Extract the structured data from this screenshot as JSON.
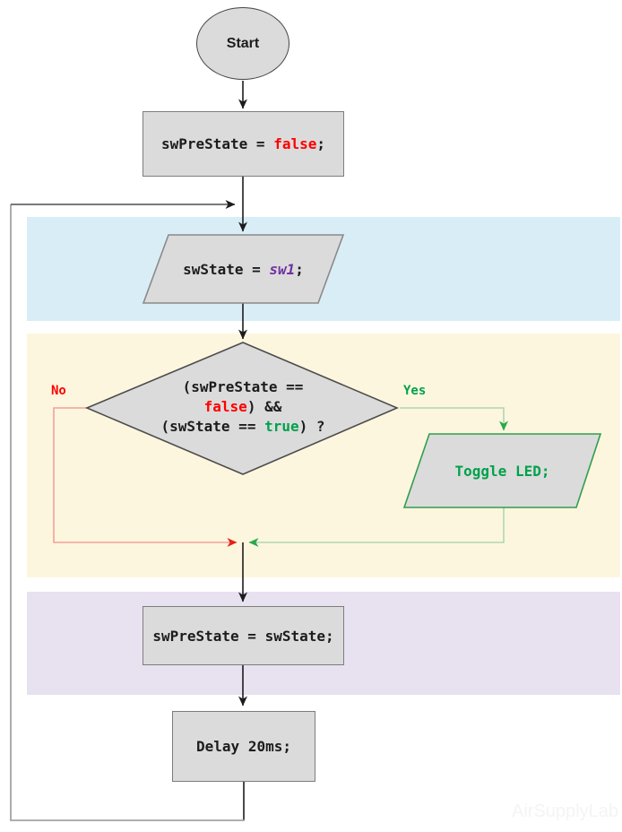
{
  "colors": {
    "background": "#ffffff",
    "shape_fill": "#dbdbdb",
    "shape_border_gray": "#7d7d7d",
    "terminator_border": "#434343",
    "decision_border": "#4c4c4c",
    "toggle_border_green": "#2f9e4e",
    "band_input_blue": "#d9edf6",
    "band_decision_yellow": "#fdf6de",
    "band_update_purple": "#e7e1f0",
    "keyword_red": "#fe0000",
    "keyword_green": "#00a14b",
    "keyword_purple": "#7030a0",
    "connector_black": "#1c1c1c",
    "connector_red_line": "#f2a09a",
    "connector_red_arrow": "#e42217",
    "connector_green_line": "#aed7ae",
    "connector_green_arrow": "#29a94c",
    "loop_line_gray": "#a3a3a3"
  },
  "flowchart": {
    "start_label": "Start",
    "init_stmt": {
      "lhs": "swPreState = ",
      "value": "false",
      "end": ";"
    },
    "read_stmt": {
      "lhs": "swState = ",
      "value": "sw1",
      "end": ";"
    },
    "condition": {
      "line1": "(swPreState ==",
      "line2_value": "false",
      "line2_rest": ") &&",
      "line3_open": "(swState == ",
      "line3_value": "true",
      "line3_rest": ") ?"
    },
    "no_label": "No",
    "yes_label": "Yes",
    "toggle_stmt": "Toggle LED;",
    "update_stmt": "swPreState = swState;",
    "delay_stmt": "Delay 20ms;",
    "watermark": "AirSupplyLab"
  }
}
